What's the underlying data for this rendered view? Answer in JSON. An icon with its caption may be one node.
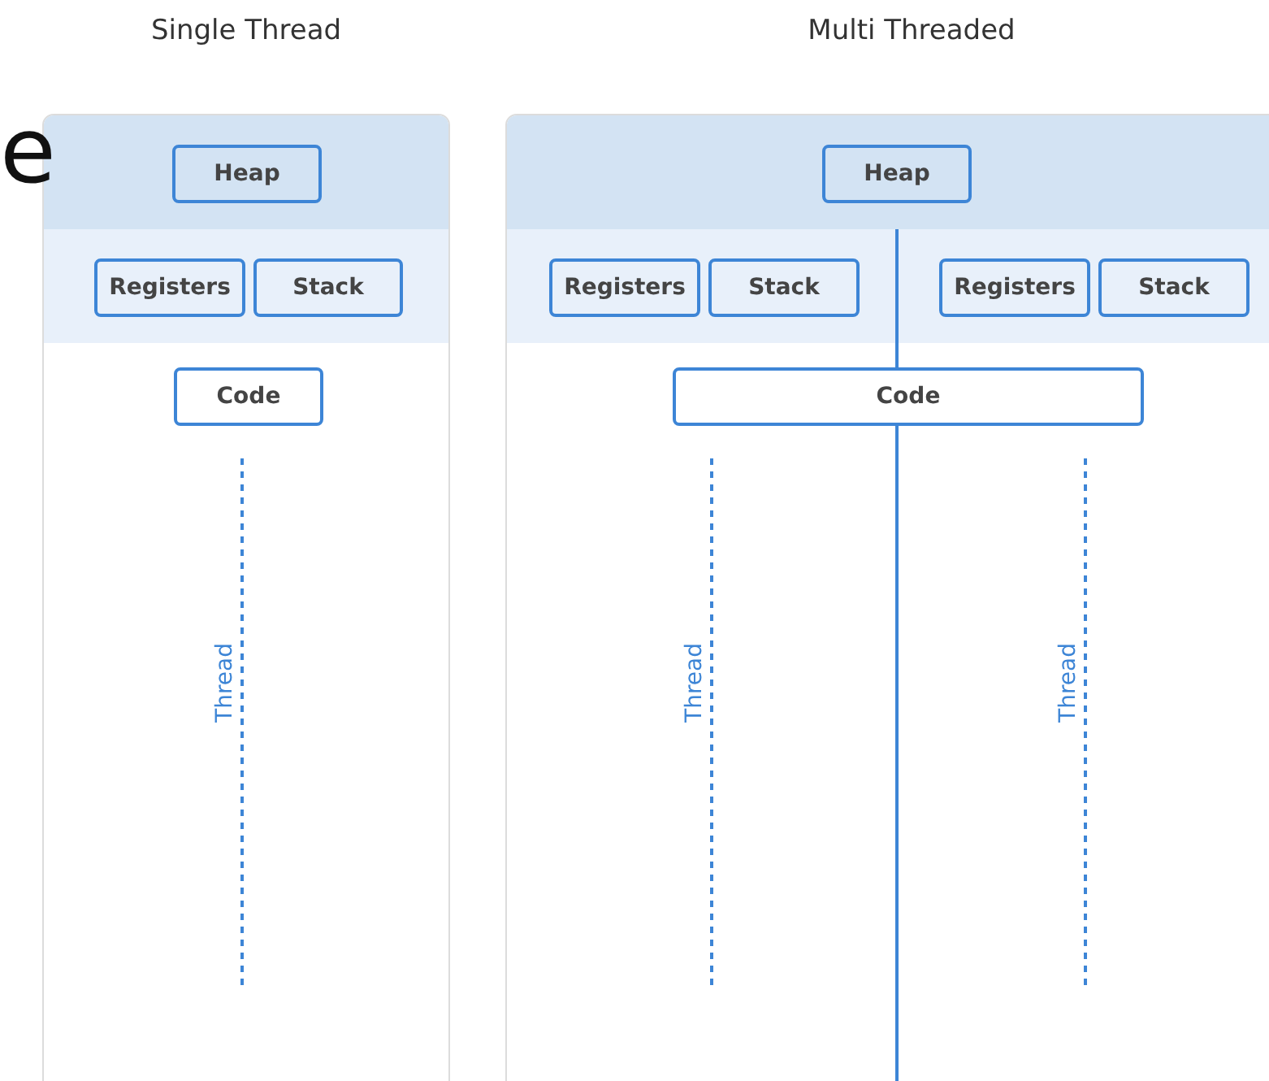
{
  "diagram": {
    "nodes": [
      {
        "text": [
          "Single Thread"
        ]
      },
      {
        "text": [
          "Heap"
        ],
        "in": 0
      },
      {
        "text": [
          "Registers"
        ],
        "in": 0
      },
      {
        "text": [
          "Stack"
        ],
        "in": 0
      },
      {
        "text": [
          "Code"
        ],
        "in": 0
      },
      {
        "text": [
          "Multi Threaded"
        ]
      },
      {
        "text": [
          "Heap"
        ],
        "in": 5
      },
      {
        "text": [
          "Registers"
        ],
        "in": 5
      },
      {
        "text": [
          "Stack"
        ],
        "in": 5
      },
      {
        "text": [
          "Registers"
        ],
        "in": 5
      },
      {
        "text": [
          "Stack"
        ],
        "in": 5
      },
      {
        "text": [
          "Code"
        ],
        "in": 5
      }
    ],
    "labels": [
      "e",
      "Thread",
      "Thread",
      "Thread"
    ]
  }
}
